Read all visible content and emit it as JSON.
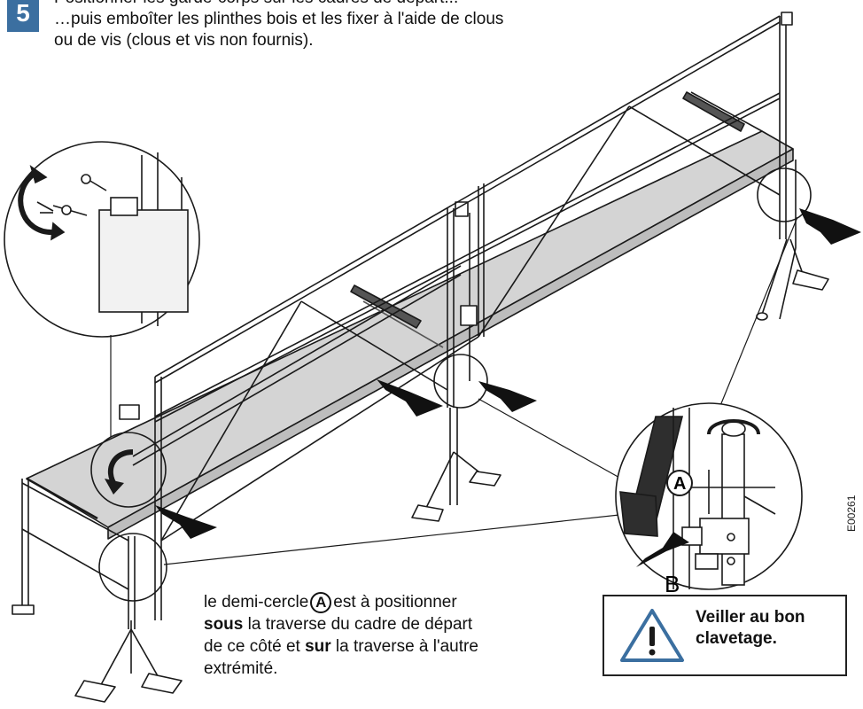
{
  "step": {
    "number": "5"
  },
  "instructions": {
    "line1": "Positionner les garde-corps sur les cadres de départ...",
    "line2": "…puis emboîter les plinthes bois et les fixer à l'aide de clous",
    "line3": "ou de vis (clous et vis non fournis)."
  },
  "note": {
    "part1": "le demi-cercle",
    "marker": "A",
    "part2": "est à positionner",
    "bold1": "sous",
    "part3": " la traverse du cadre de départ",
    "part4": "de ce côté et ",
    "bold2": "sur",
    "part5": " la traverse à l'autre",
    "part6": "extrémité."
  },
  "warning": {
    "line1": "Veiller au bon",
    "line2": "clavetage.",
    "icon": "warning-triangle-icon"
  },
  "labels": {
    "a": "A",
    "b": "B"
  },
  "figure_code": "E00261",
  "colors": {
    "accent": "#3b6fa0",
    "deck": "#d4d4d4",
    "line": "#1a1a1a"
  }
}
